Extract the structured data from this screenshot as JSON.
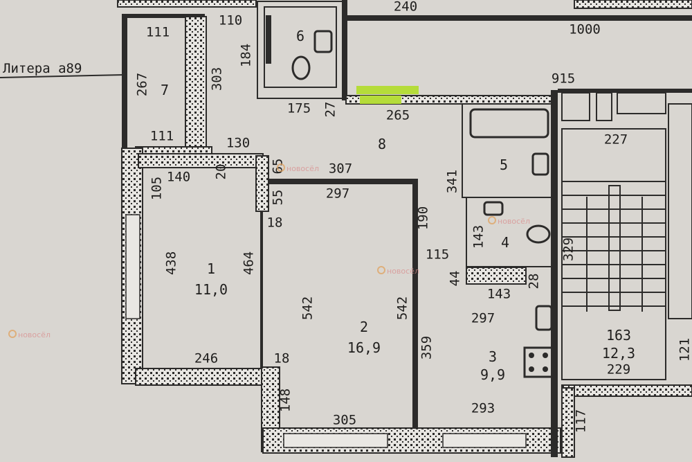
{
  "title": "Литера а89",
  "watermark": "новосёл",
  "rooms": [
    {
      "num": "1",
      "area": "11,0"
    },
    {
      "num": "2",
      "area": "16,9"
    },
    {
      "num": "3",
      "area": "9,9"
    },
    {
      "num": "4",
      "area": ""
    },
    {
      "num": "5",
      "area": ""
    },
    {
      "num": "6",
      "area": ""
    },
    {
      "num": "7",
      "area": ""
    },
    {
      "num": "8",
      "area": ""
    },
    {
      "num": "163",
      "area": "12,3"
    }
  ],
  "dims": [
    "240",
    "1000",
    "110",
    "111",
    "267",
    "303",
    "184",
    "915",
    "175",
    "27",
    "265",
    "111",
    "130",
    "227",
    "105",
    "140",
    "20",
    "65",
    "307",
    "297",
    "55",
    "18",
    "190",
    "341",
    "143",
    "115",
    "44",
    "28",
    "143",
    "438",
    "464",
    "542",
    "542",
    "297",
    "359",
    "246",
    "18",
    "148",
    "305",
    "293",
    "229",
    "117",
    "329",
    "121"
  ]
}
